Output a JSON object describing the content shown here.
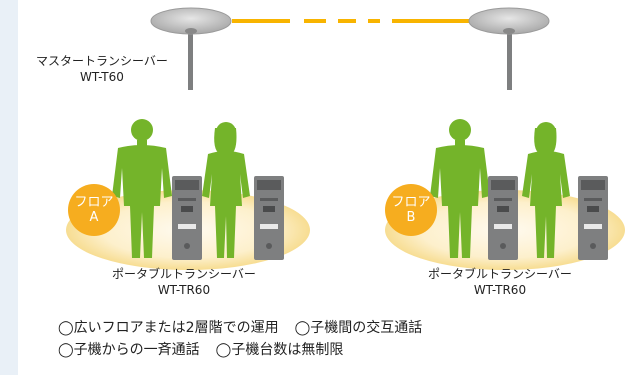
{
  "master": {
    "line1": "マスタートランシーバー",
    "line2": "WT-T60"
  },
  "floors": [
    {
      "line1": "フロア",
      "line2": "A"
    },
    {
      "line1": "フロア",
      "line2": "B"
    }
  ],
  "portables": [
    {
      "line1": "ポータブルトランシーバー",
      "line2": "WT-TR60"
    },
    {
      "line1": "ポータブルトランシーバー",
      "line2": "WT-TR60"
    }
  ],
  "features": [
    [
      "◯広いフロアまたは2層階での運用",
      "◯子機間の交互通話"
    ],
    [
      "◯子機からの一斉通話",
      "◯子機台数は無制限"
    ]
  ],
  "colors": {
    "link": "#f8b400",
    "badge": "#f6ad1f",
    "figure": "#74b42a",
    "device": "#7e7f80",
    "ellipse": "#fdf0c9",
    "antenna": "#b5b5b5"
  }
}
